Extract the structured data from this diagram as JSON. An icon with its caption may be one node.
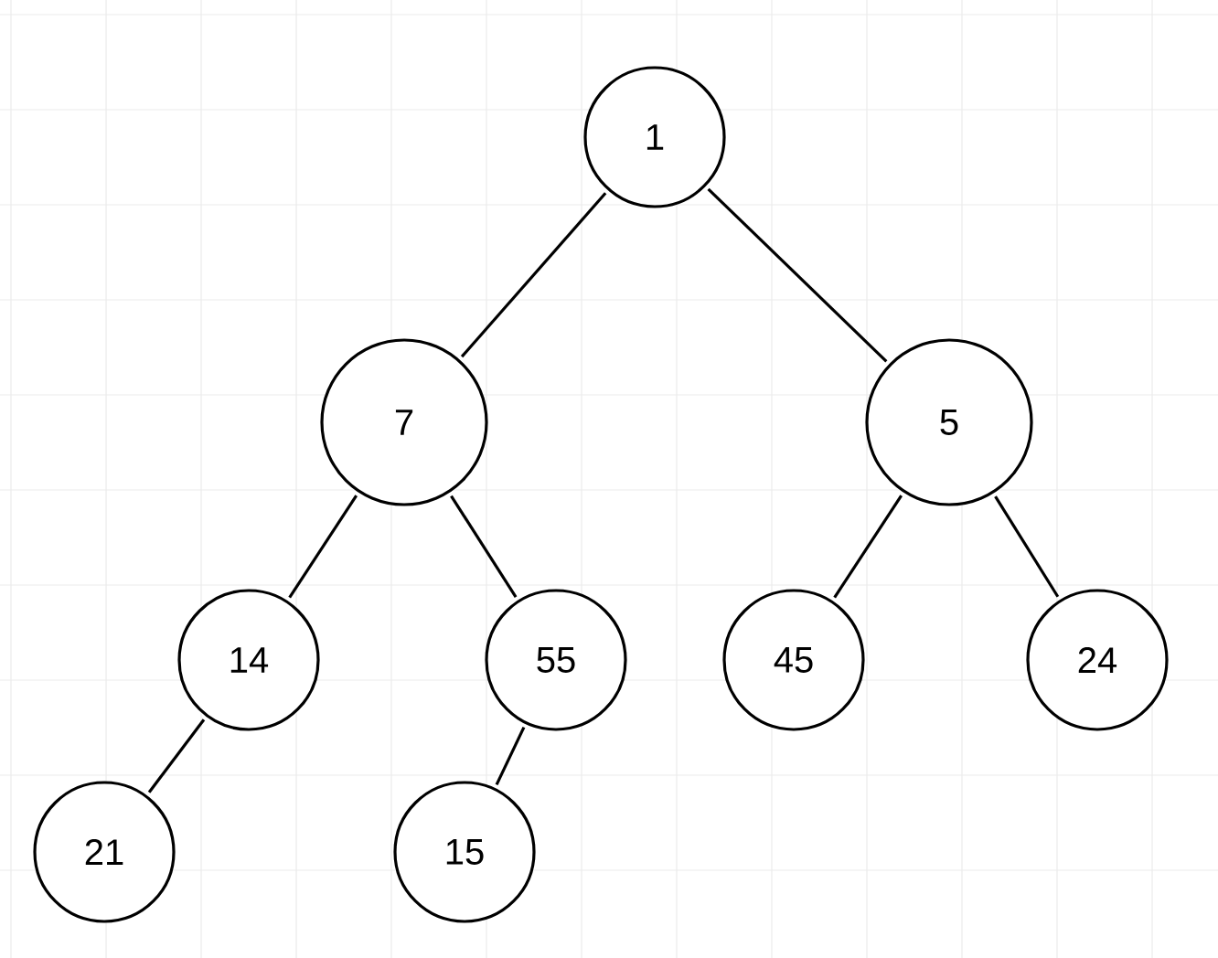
{
  "diagram": {
    "nodes": [
      {
        "text": [
          "1"
        ]
      },
      {
        "text": [
          "7"
        ]
      },
      {
        "text": [
          "5"
        ]
      },
      {
        "text": [
          "14"
        ]
      },
      {
        "text": [
          "55"
        ]
      },
      {
        "text": [
          "45"
        ]
      },
      {
        "text": [
          "24"
        ]
      },
      {
        "text": [
          "21"
        ]
      },
      {
        "text": [
          "15"
        ]
      }
    ],
    "edges": [
      {
        "from": 0,
        "to": 1,
        "arrow": "none"
      },
      {
        "from": 0,
        "to": 2,
        "arrow": "none"
      },
      {
        "from": 1,
        "to": 3,
        "arrow": "none"
      },
      {
        "from": 1,
        "to": 4,
        "arrow": "none"
      },
      {
        "from": 2,
        "to": 5,
        "arrow": "none"
      },
      {
        "from": 2,
        "to": 6,
        "arrow": "none"
      },
      {
        "from": 3,
        "to": 7,
        "arrow": "none"
      },
      {
        "from": 4,
        "to": 8,
        "arrow": "none"
      }
    ]
  }
}
